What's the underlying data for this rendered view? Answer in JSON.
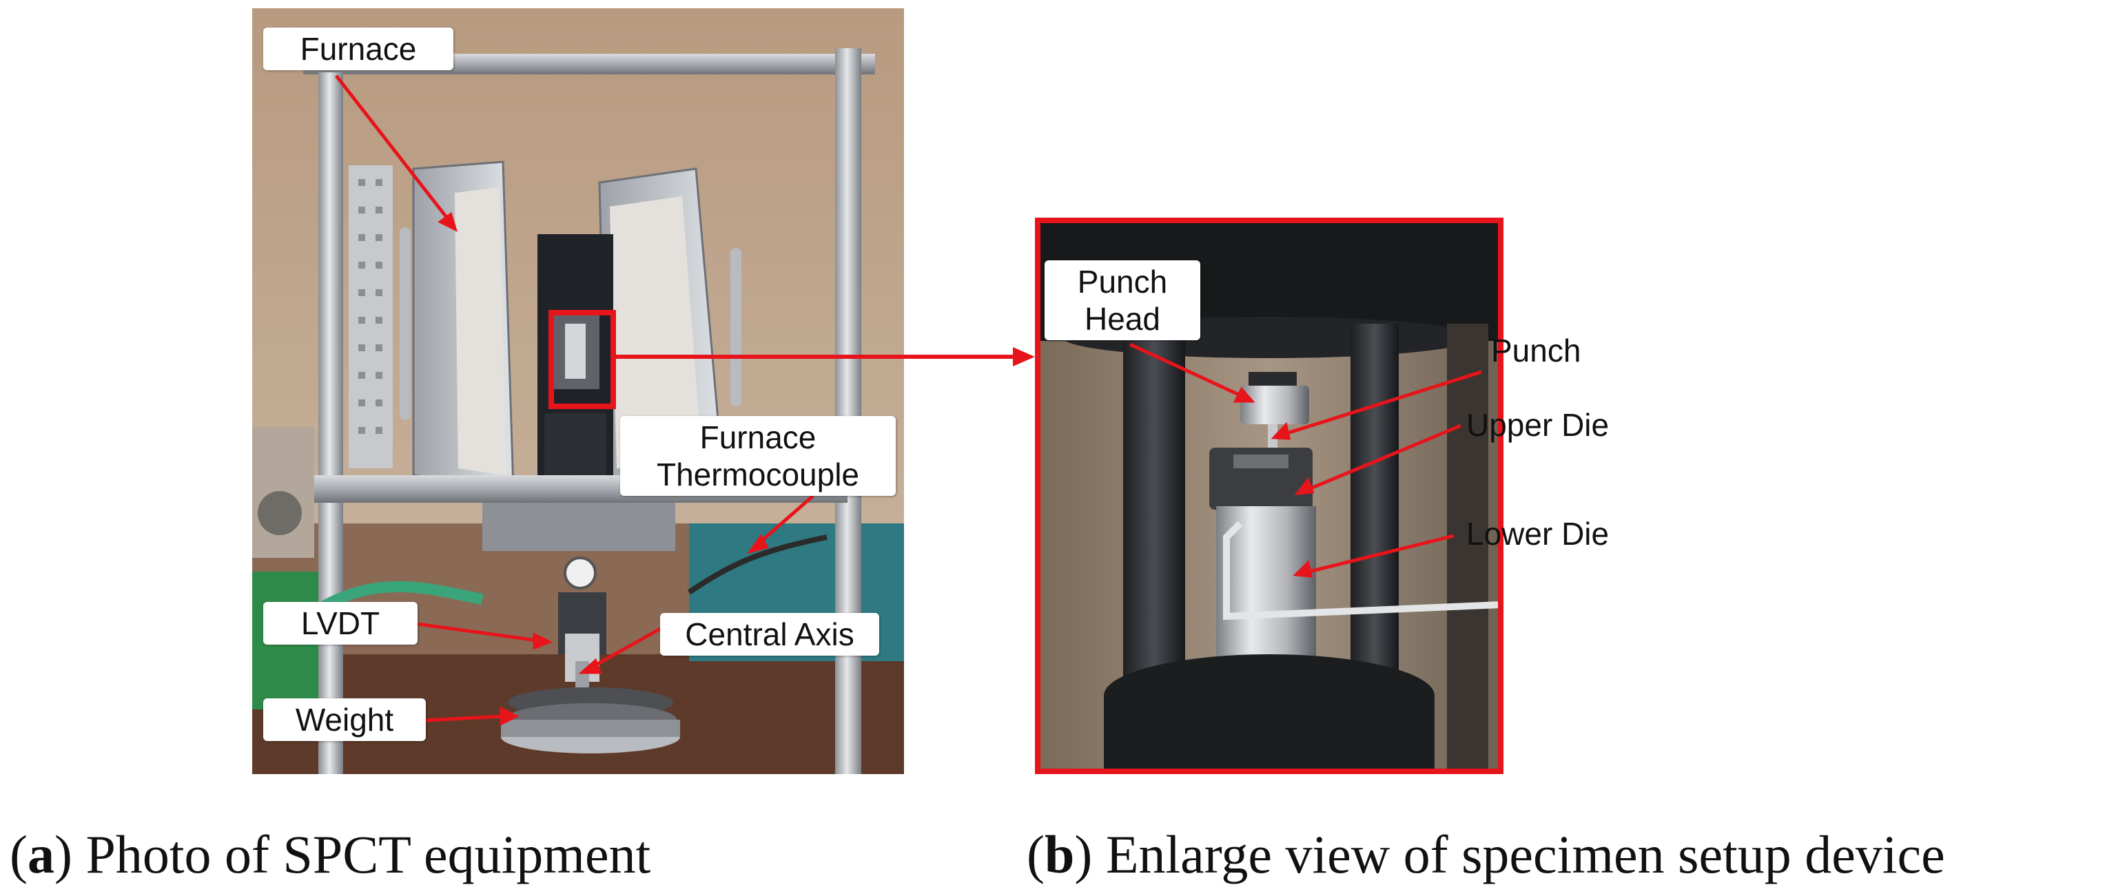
{
  "panel_a": {
    "labels": {
      "furnace": "Furnace",
      "furnace_thermocouple_line1": "Furnace",
      "furnace_thermocouple_line2": "Thermocouple",
      "lvdt": "LVDT",
      "central_axis": "Central Axis",
      "weight": "Weight"
    },
    "caption": {
      "open": "(",
      "letter": "a",
      "rest": ") Photo of SPCT equipment"
    }
  },
  "panel_b": {
    "labels": {
      "punch_head_line1": "Punch",
      "punch_head_line2": "Head",
      "punch": "Punch",
      "upper_die": "Upper Die",
      "lower_die": "Lower Die"
    },
    "caption": {
      "open": "(",
      "letter": "b",
      "rest": ") Enlarge view of specimen setup device"
    }
  },
  "colors": {
    "annotation": "#e8141b",
    "frame_border": "#e8141b"
  }
}
